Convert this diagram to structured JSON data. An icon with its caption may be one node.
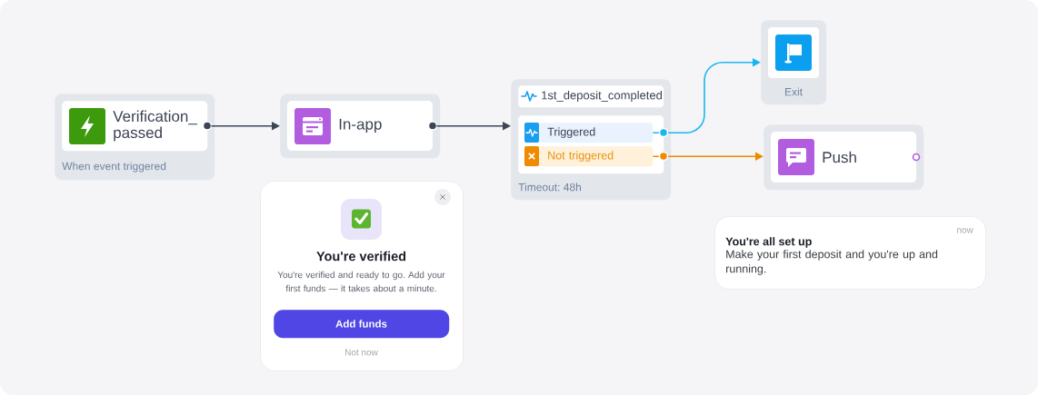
{
  "diagram": {
    "nodes": [
      {
        "text": [
          "When event triggered"
        ]
      },
      {
        "text": [
          "Verification_ passed"
        ],
        "in": 0
      },
      {
        "text": [
          "In-app"
        ]
      },
      {
        "text": [
          "You're verified",
          "You're verified and ready to go. Add your first funds — it takes about a minute.",
          "Not now"
        ]
      },
      {
        "text": [
          "Add funds"
        ],
        "in": 3
      },
      {
        "text": [
          "Timeout: 48h"
        ]
      },
      {
        "text": [
          "1st_deposit_completed"
        ],
        "in": 5
      },
      {
        "text": [],
        "shape": "box",
        "in": 5
      },
      {
        "text": [
          "Triggered"
        ],
        "in": 7
      },
      {
        "text": [
          "Not triggered"
        ],
        "in": 7
      },
      {
        "text": [
          "Exit"
        ]
      },
      {
        "text": [
          "Push"
        ]
      },
      {
        "text": [
          "You're all set up",
          "Make your first deposit and you're up and running.",
          "now"
        ]
      }
    ],
    "edges": [
      {
        "from": 1,
        "to": 2,
        "arrow": "to"
      },
      {
        "from": 2,
        "to": 5,
        "arrow": "to"
      },
      {
        "from": 8,
        "to": 10,
        "arrow": "to",
        "color": "#1ab7ef"
      },
      {
        "from": 9,
        "to": 11,
        "arrow": "to",
        "color": "#f08a00"
      }
    ]
  }
}
